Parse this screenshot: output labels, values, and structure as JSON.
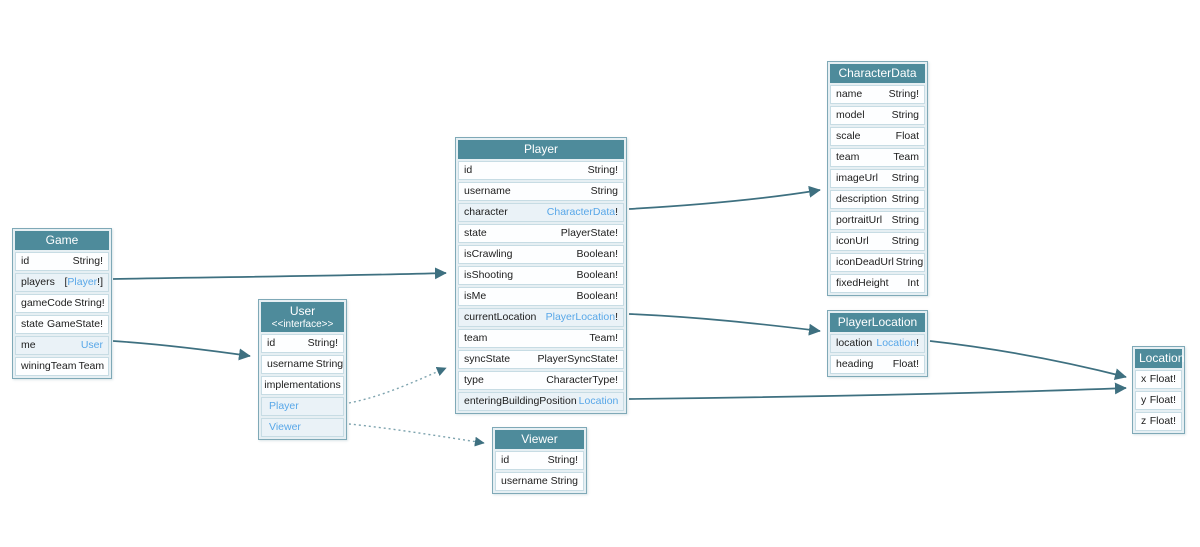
{
  "diagram": {
    "colors": {
      "header_bg": "#4e8b9b",
      "type_link": "#58a7e8",
      "edge_solid": "#3e7080",
      "edge_dotted": "#7da3ae",
      "row_highlight": "#eaf2f7"
    },
    "tables": {
      "game": {
        "title": "Game",
        "rows": [
          {
            "field": "id",
            "t1": "String!",
            "link": "",
            "t2": ""
          },
          {
            "field": "players",
            "t1": "[",
            "link": "Player",
            "t2": "!]"
          },
          {
            "field": "gameCode",
            "t1": "String!",
            "link": "",
            "t2": ""
          },
          {
            "field": "state",
            "t1": "GameState!",
            "link": "",
            "t2": ""
          },
          {
            "field": "me",
            "t1": "",
            "link": "User",
            "t2": ""
          },
          {
            "field": "winingTeam",
            "t1": "Team",
            "link": "",
            "t2": ""
          }
        ]
      },
      "user": {
        "title": "User",
        "subtitle": "<<interface>>",
        "rows": [
          {
            "field": "id",
            "t1": "String!",
            "link": "",
            "t2": ""
          },
          {
            "field": "username",
            "t1": "String",
            "link": "",
            "t2": ""
          }
        ],
        "implementations_label": "implementations",
        "impls": [
          {
            "field": "",
            "t1": "",
            "link": "Player",
            "t2": ""
          },
          {
            "field": "",
            "t1": "",
            "link": "Viewer",
            "t2": ""
          }
        ]
      },
      "player": {
        "title": "Player",
        "rows": [
          {
            "field": "id",
            "t1": "String!",
            "link": "",
            "t2": ""
          },
          {
            "field": "username",
            "t1": "String",
            "link": "",
            "t2": ""
          },
          {
            "field": "character",
            "t1": "",
            "link": "CharacterData",
            "t2": "!"
          },
          {
            "field": "state",
            "t1": "PlayerState!",
            "link": "",
            "t2": ""
          },
          {
            "field": "isCrawling",
            "t1": "Boolean!",
            "link": "",
            "t2": ""
          },
          {
            "field": "isShooting",
            "t1": "Boolean!",
            "link": "",
            "t2": ""
          },
          {
            "field": "isMe",
            "t1": "Boolean!",
            "link": "",
            "t2": ""
          },
          {
            "field": "currentLocation",
            "t1": "",
            "link": "PlayerLocation",
            "t2": "!"
          },
          {
            "field": "team",
            "t1": "Team!",
            "link": "",
            "t2": ""
          },
          {
            "field": "syncState",
            "t1": "PlayerSyncState!",
            "link": "",
            "t2": ""
          },
          {
            "field": "type",
            "t1": "CharacterType!",
            "link": "",
            "t2": ""
          },
          {
            "field": "enteringBuildingPosition",
            "t1": "",
            "link": "Location",
            "t2": ""
          }
        ]
      },
      "viewer": {
        "title": "Viewer",
        "rows": [
          {
            "field": "id",
            "t1": "String!",
            "link": "",
            "t2": ""
          },
          {
            "field": "username",
            "t1": "String",
            "link": "",
            "t2": ""
          }
        ]
      },
      "characterData": {
        "title": "CharacterData",
        "rows": [
          {
            "field": "name",
            "t1": "String!",
            "link": "",
            "t2": ""
          },
          {
            "field": "model",
            "t1": "String",
            "link": "",
            "t2": ""
          },
          {
            "field": "scale",
            "t1": "Float",
            "link": "",
            "t2": ""
          },
          {
            "field": "team",
            "t1": "Team",
            "link": "",
            "t2": ""
          },
          {
            "field": "imageUrl",
            "t1": "String",
            "link": "",
            "t2": ""
          },
          {
            "field": "description",
            "t1": "String",
            "link": "",
            "t2": ""
          },
          {
            "field": "portraitUrl",
            "t1": "String",
            "link": "",
            "t2": ""
          },
          {
            "field": "iconUrl",
            "t1": "String",
            "link": "",
            "t2": ""
          },
          {
            "field": "iconDeadUrl",
            "t1": "String",
            "link": "",
            "t2": ""
          },
          {
            "field": "fixedHeight",
            "t1": "Int",
            "link": "",
            "t2": ""
          }
        ]
      },
      "playerLocation": {
        "title": "PlayerLocation",
        "rows": [
          {
            "field": "location",
            "t1": "",
            "link": "Location",
            "t2": "!"
          },
          {
            "field": "heading",
            "t1": "Float!",
            "link": "",
            "t2": ""
          }
        ]
      },
      "location": {
        "title": "Location",
        "rows": [
          {
            "field": "x",
            "t1": "Float!",
            "link": "",
            "t2": ""
          },
          {
            "field": "y",
            "t1": "Float!",
            "link": "",
            "t2": ""
          },
          {
            "field": "z",
            "t1": "Float!",
            "link": "",
            "t2": ""
          }
        ]
      }
    },
    "edges": [
      {
        "from": "Game.players",
        "to": "Player",
        "style": "solid"
      },
      {
        "from": "Game.me",
        "to": "User",
        "style": "solid"
      },
      {
        "from": "User.Player",
        "to": "Player",
        "style": "dotted"
      },
      {
        "from": "User.Viewer",
        "to": "Viewer",
        "style": "dotted"
      },
      {
        "from": "Player.character",
        "to": "CharacterData",
        "style": "solid"
      },
      {
        "from": "Player.currentLocation",
        "to": "PlayerLocation",
        "style": "solid"
      },
      {
        "from": "Player.enteringBuildingPosition",
        "to": "Location",
        "style": "solid"
      },
      {
        "from": "PlayerLocation.location",
        "to": "Location",
        "style": "solid"
      }
    ]
  }
}
